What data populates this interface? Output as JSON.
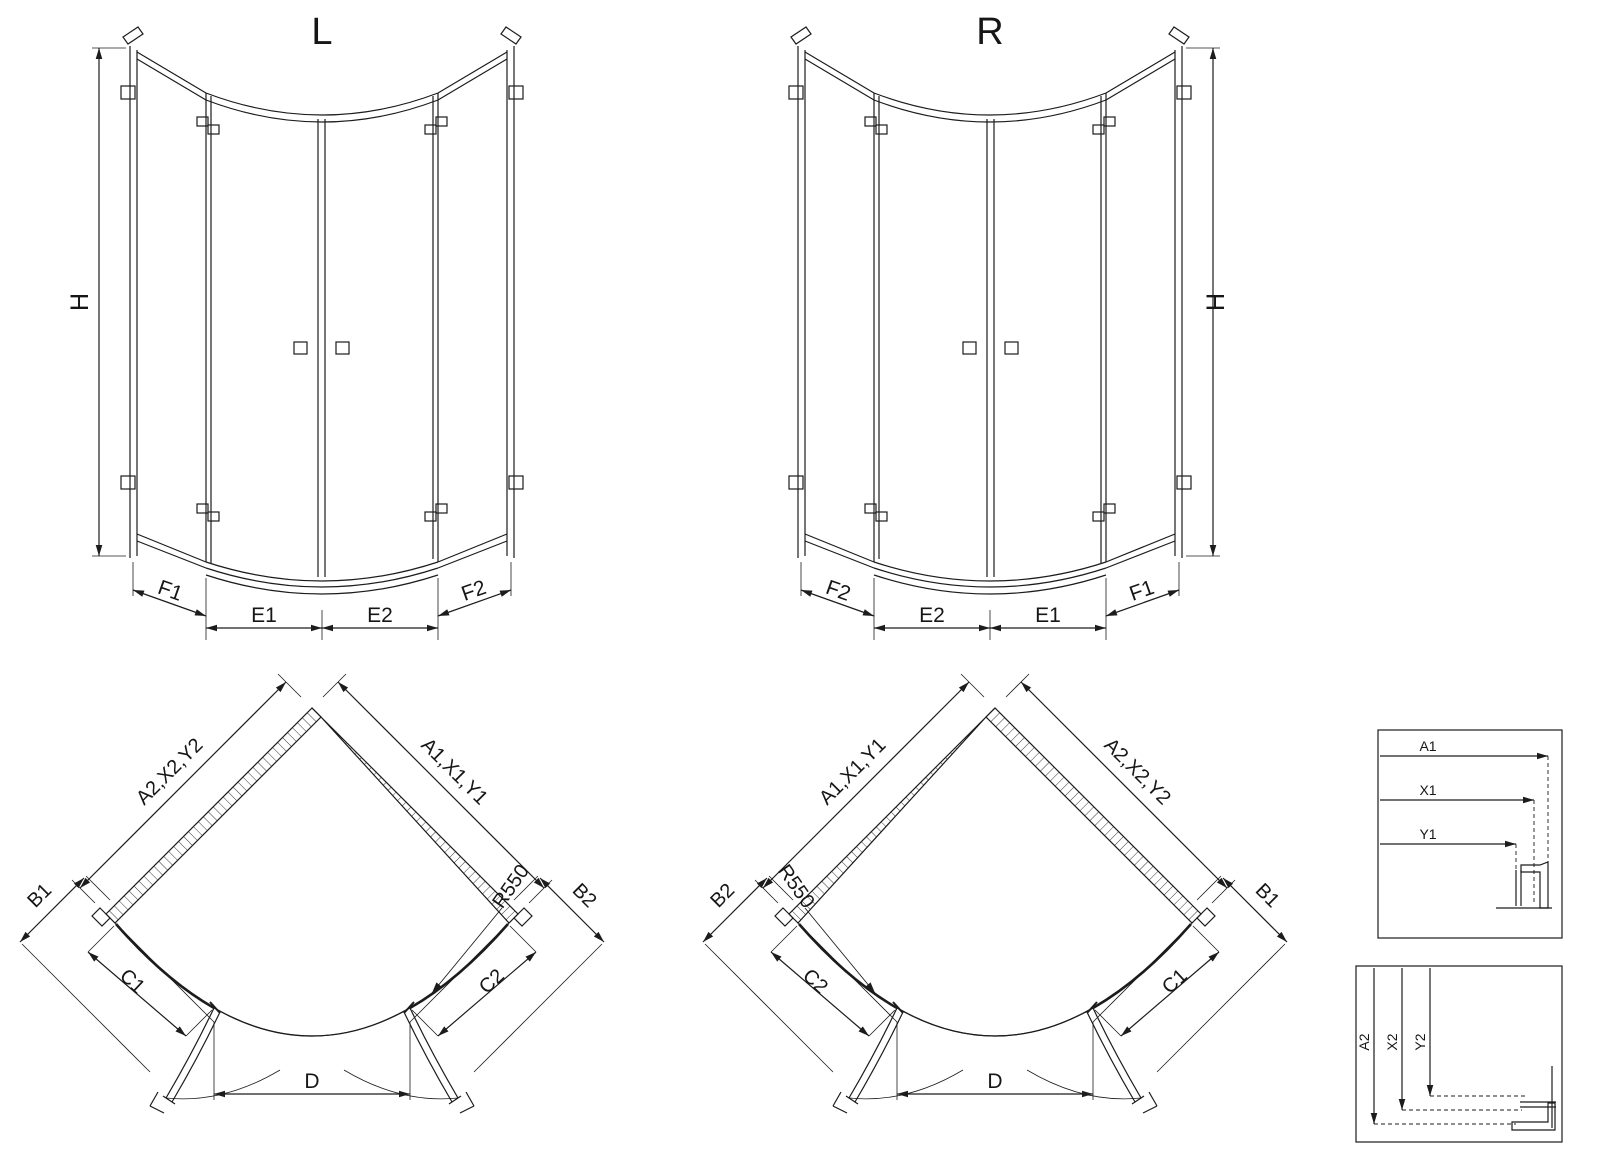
{
  "elevation_left": {
    "title": "L",
    "height_label": "H",
    "f1": "F1",
    "e1": "E1",
    "e2": "E2",
    "f2": "F2"
  },
  "elevation_right": {
    "title": "R",
    "height_label": "H",
    "f1": "F1",
    "e1": "E1",
    "e2": "E2",
    "f2": "F2"
  },
  "plan_left": {
    "wall_left": "A2,X2,Y2",
    "wall_right": "A1,X1,Y1",
    "outer_left": "B1",
    "outer_right": "B2",
    "fixed_left": "C1",
    "fixed_right": "C2",
    "radius": "R550",
    "door_width": "D"
  },
  "plan_right": {
    "wall_left": "A1,X1,Y1",
    "wall_right": "A2,X2,Y2",
    "outer_left": "B2",
    "outer_right": "B1",
    "fixed_left": "C2",
    "fixed_right": "C1",
    "radius": "R550",
    "door_width": "D"
  },
  "detail_top": {
    "dims": [
      "A1",
      "X1",
      "Y1"
    ]
  },
  "detail_bottom": {
    "dims": [
      "A2",
      "X2",
      "Y2"
    ]
  }
}
